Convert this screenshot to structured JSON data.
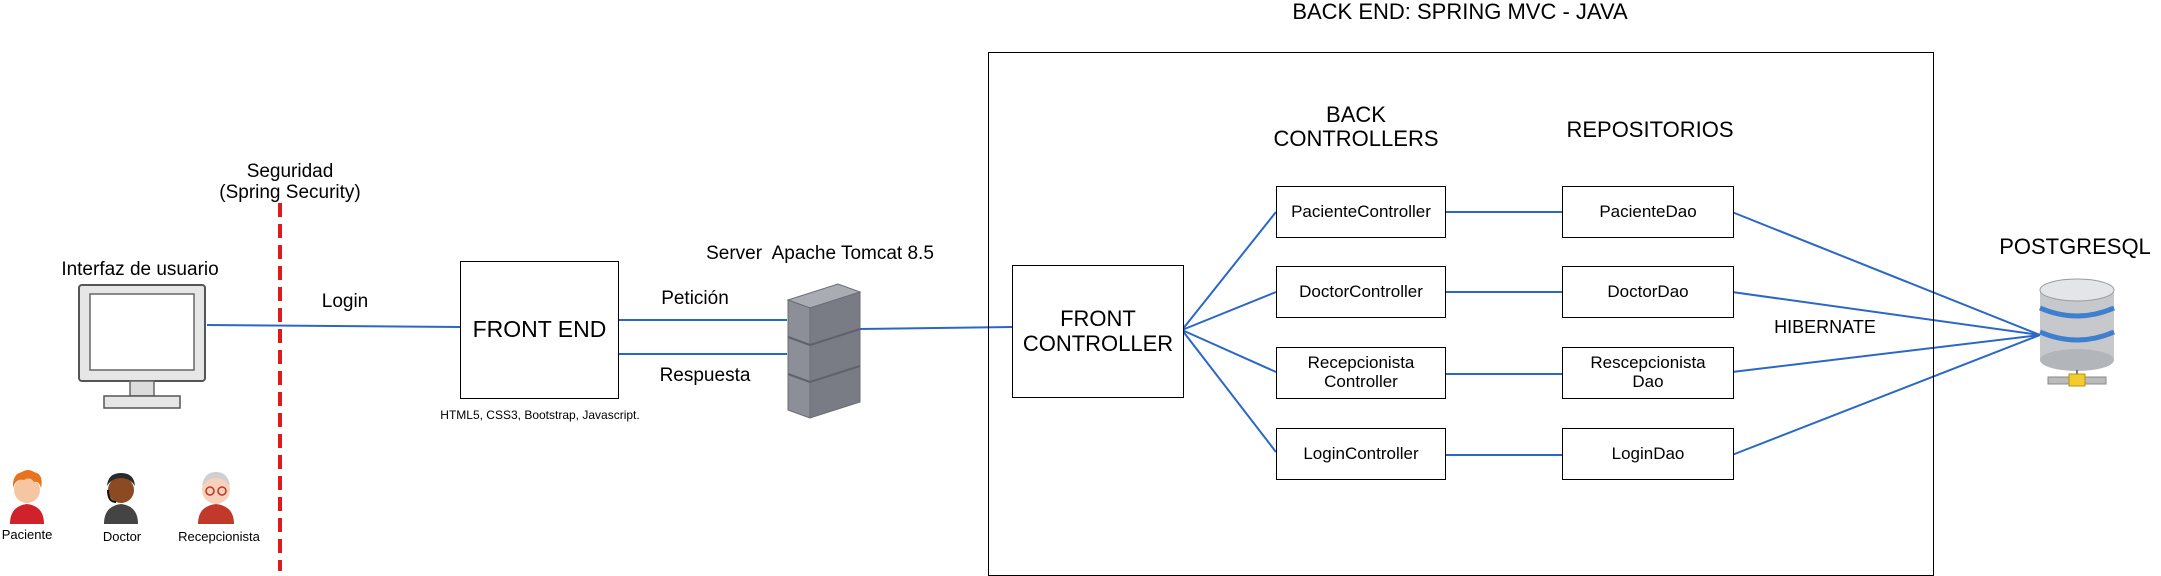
{
  "labels": {
    "backend_title": "BACK END: SPRING MVC - JAVA",
    "back_controllers": "BACK\nCONTROLLERS",
    "repositorios": "REPOSITORIOS",
    "postgresql": "POSTGRESQL",
    "hibernate": "HIBERNATE",
    "seguridad": "Seguridad\n(Spring Security)",
    "interfaz": "Interfaz de usuario",
    "login": "Login",
    "peticion": "Petición",
    "respuesta": "Respuesta",
    "server": "Server  Apache Tomcat 8.5",
    "frontend_tech": "HTML5, CSS3, Bootstrap, Javascript."
  },
  "boxes": {
    "front_end": "FRONT END",
    "front_controller": "FRONT\nCONTROLLER"
  },
  "controllers": [
    "PacienteController",
    "DoctorController",
    "Recepcionista\nController",
    "LoginController"
  ],
  "daos": [
    "PacienteDao",
    "DoctorDao",
    "Rescepcionista\nDao",
    "LoginDao"
  ],
  "users": [
    "Paciente",
    "Doctor",
    "Recepcionista"
  ],
  "colors": {
    "connector": "#2b67c6",
    "security_line": "#e0191a",
    "server_gray": "#7a7d86"
  },
  "icons": [
    "monitor-icon",
    "server-icon",
    "database-icon",
    "paciente-avatar-icon",
    "doctor-avatar-icon",
    "recepcionista-avatar-icon"
  ]
}
